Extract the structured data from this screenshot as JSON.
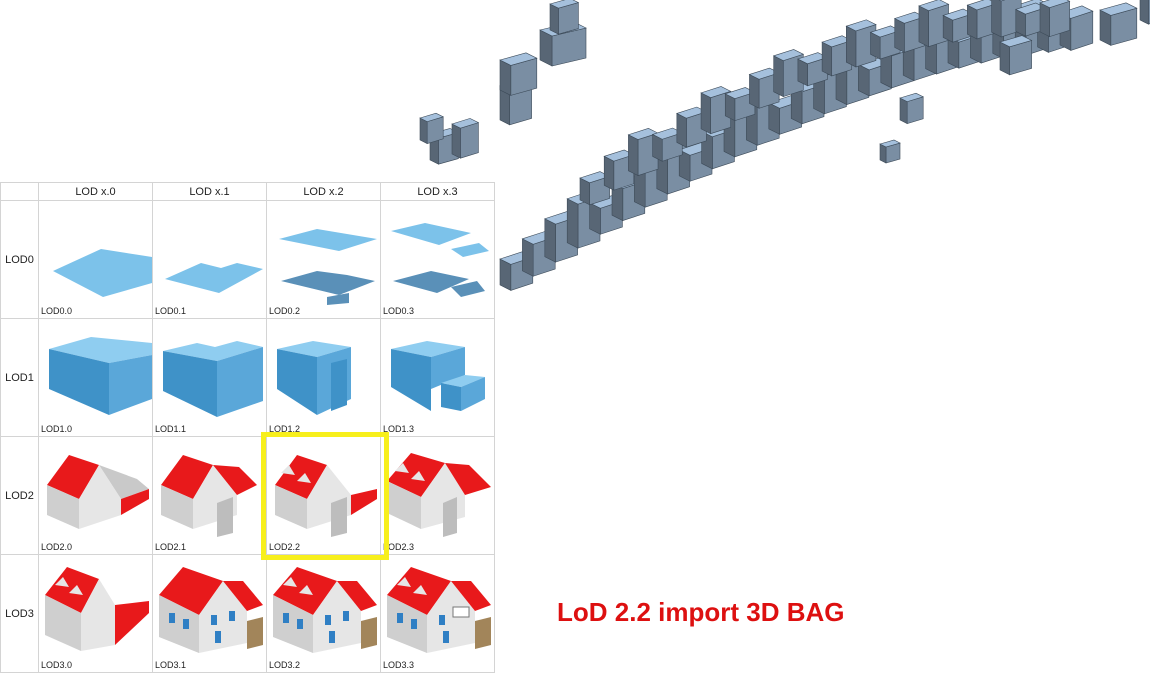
{
  "lod_table": {
    "columns": [
      "LOD x.0",
      "LOD x.1",
      "LOD x.2",
      "LOD x.3"
    ],
    "rows": [
      {
        "label": "LOD0",
        "cells": [
          "LOD0.0",
          "LOD0.1",
          "LOD0.2",
          "LOD0.3"
        ]
      },
      {
        "label": "LOD1",
        "cells": [
          "LOD1.0",
          "LOD1.1",
          "LOD1.2",
          "LOD1.3"
        ]
      },
      {
        "label": "LOD2",
        "cells": [
          "LOD2.0",
          "LOD2.1",
          "LOD2.2",
          "LOD2.3"
        ]
      },
      {
        "label": "LOD3",
        "cells": [
          "LOD3.0",
          "LOD3.1",
          "LOD3.2",
          "LOD3.3"
        ]
      }
    ],
    "highlighted_cell": "LOD2.2",
    "highlight_color": "#f7ef1c"
  },
  "caption": "LoD 2.2 import 3D BAG",
  "colors": {
    "caption": "#dd1010",
    "footprint": "#7cc2ea",
    "block": "#5aa7d9",
    "roof": "#e8191b",
    "wall": "#d7d7d7",
    "city_building": "#7a8ea3"
  }
}
